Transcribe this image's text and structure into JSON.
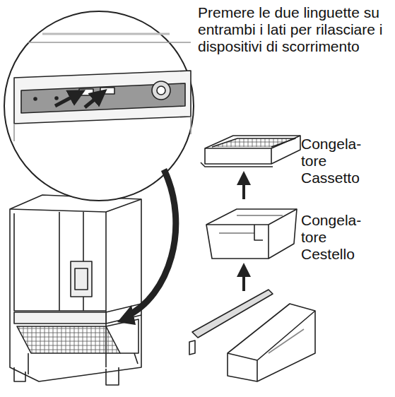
{
  "diagram": {
    "labels": [
      "Premere le due linguette su entrambi i lati per rilasciare i dispositivi di scorrimento",
      "Congela- tore Cassetto",
      "Congela- tore Cestello"
    ]
  }
}
